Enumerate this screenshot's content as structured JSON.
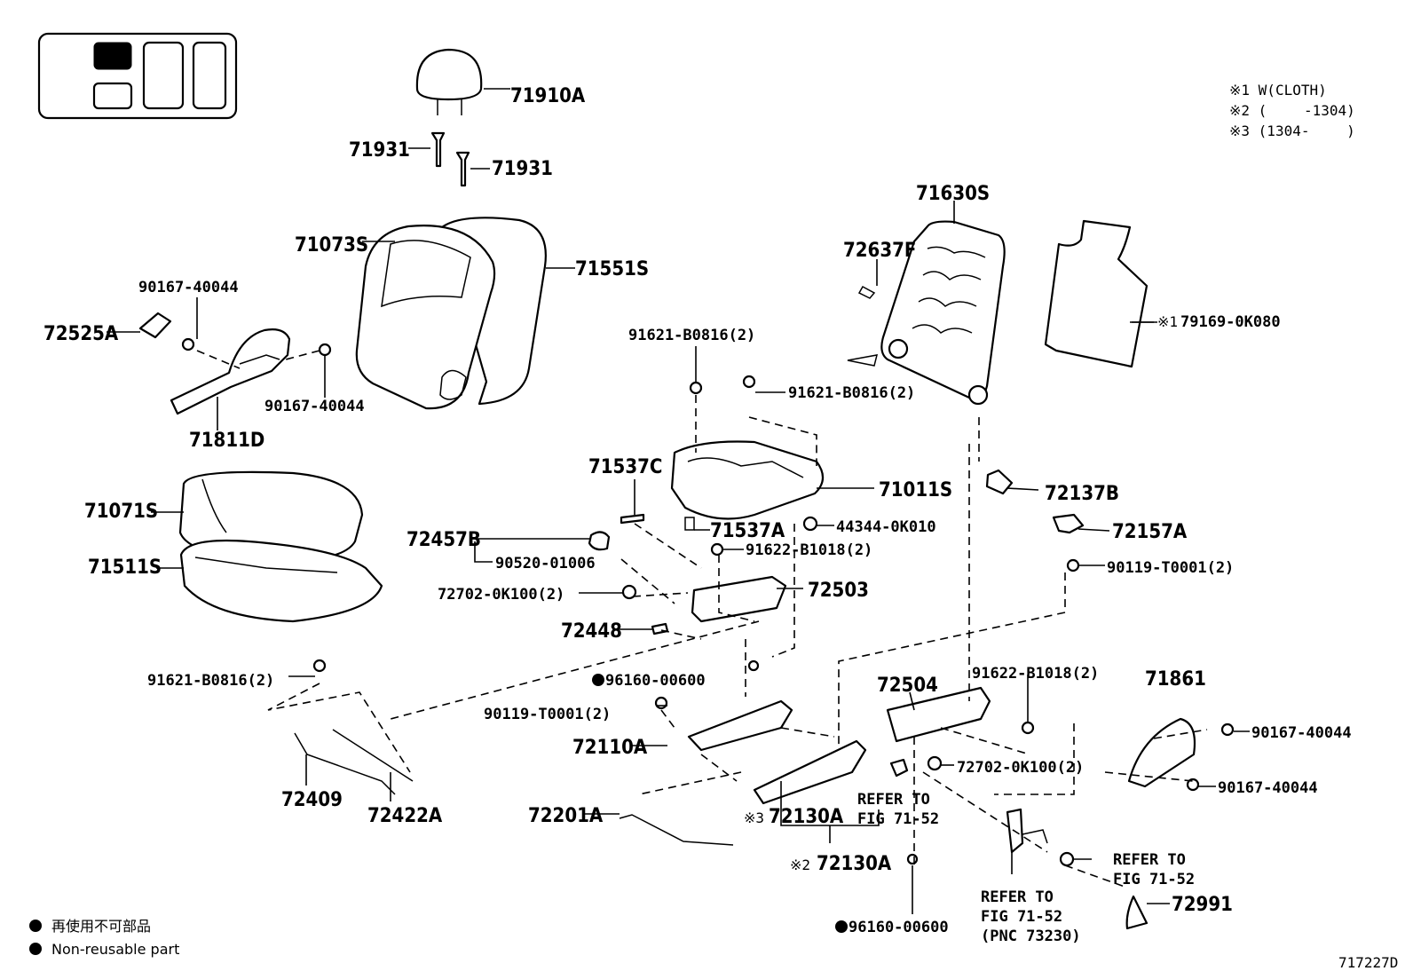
{
  "diagram_id": "717227D",
  "notes": [
    "※1 W(CLOTH)",
    "※2 (　　 -1304)",
    "※3 (1304-　　 )"
  ],
  "legend": {
    "jp": "再使用不可部品",
    "en": "Non-reusable part"
  },
  "labels": {
    "p71910A": "71910A",
    "p71931a": "71931",
    "p71931b": "71931",
    "p71073S": "71073S",
    "p71551S": "71551S",
    "p90167_1": "90167-40044",
    "p72525A": "72525A",
    "p90167_2": "90167-40044",
    "p71811D": "71811D",
    "p71071S": "71071S",
    "p71511S": "71511S",
    "p71630S": "71630S",
    "p72637F": "72637F",
    "p79169": "79169-0K080",
    "p79169_mark": "※1",
    "p91621_1": "91621-B0816(2)",
    "p91621_2": "91621-B0816(2)",
    "p71537C": "71537C",
    "p71011S": "71011S",
    "p71537A": "71537A",
    "p44344": "44344-0K010",
    "p72137B": "72137B",
    "p72157A": "72157A",
    "p72457B": "72457B",
    "p90520": "90520-01006",
    "p91622_1": "91622-B1018(2)",
    "p90119_1": "90119-T0001(2)",
    "p72702_1": "72702-0K100(2)",
    "p72503": "72503",
    "p72448": "72448",
    "p96160_1": "96160-00600",
    "p91621_3": "91621-B0816(2)",
    "p90119_2": "90119-T0001(2)",
    "p72504": "72504",
    "p91622_2": "91622-B1018(2)",
    "p71861": "71861",
    "p90167_3": "90167-40044",
    "p72110A": "72110A",
    "p72702_2": "72702-0K100(2)",
    "p90167_4": "90167-40044",
    "p72409": "72409",
    "p72422A": "72422A",
    "p72201A": "72201A",
    "p72130A_3": "72130A",
    "p72130A_3_mark": "※3",
    "p72130A_2": "72130A",
    "p72130A_2_mark": "※2",
    "refer1_a": "REFER TO",
    "refer1_b": "FIG 71-52",
    "refer2_a": "REFER TO",
    "refer2_b": "FIG 71-52",
    "refer3_a": "REFER TO",
    "refer3_b": "FIG 71-52",
    "refer3_c": "(PNC 73230)",
    "p72991": "72991",
    "p96160_2": "96160-00600"
  }
}
